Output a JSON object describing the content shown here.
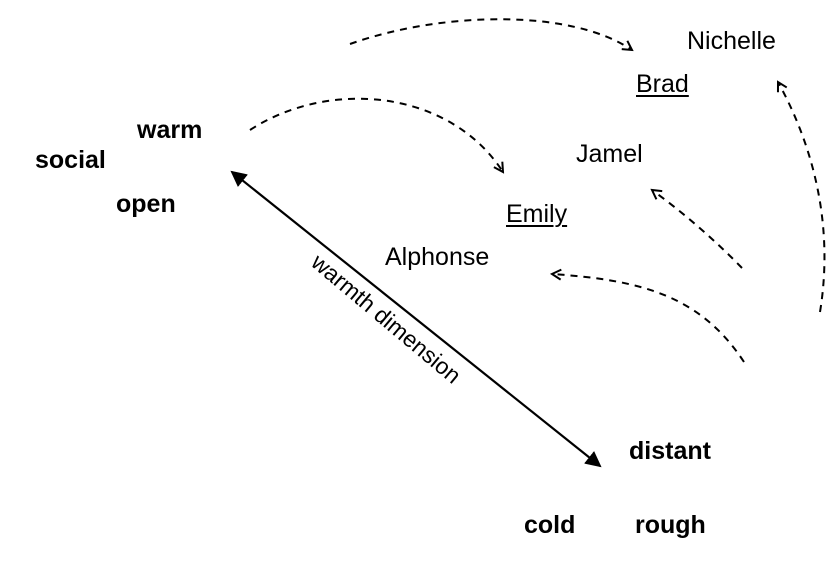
{
  "warm_words": [
    "warm",
    "social",
    "open"
  ],
  "cold_words": [
    "distant",
    "cold",
    "rough"
  ],
  "axis_label": "warmth dimension",
  "names": {
    "nichelle": "Nichelle",
    "brad": "Brad",
    "jamel": "Jamel",
    "emily": "Emily",
    "alphonse": "Alphonse"
  },
  "underlined_names": [
    "Brad",
    "Emily"
  ]
}
